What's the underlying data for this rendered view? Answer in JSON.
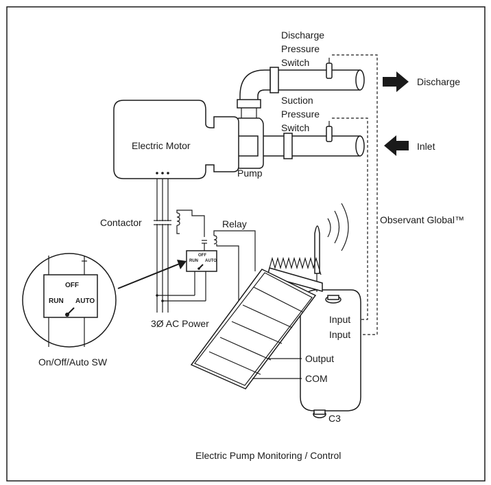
{
  "labels": {
    "discharge_pressure_switch": [
      "Discharge",
      "Pressure",
      "Switch"
    ],
    "suction_pressure_switch": [
      "Suction",
      "Pressure",
      "Switch"
    ],
    "discharge": "Discharge",
    "inlet": "Inlet",
    "electric_motor": "Electric Motor",
    "pump": "Pump",
    "contactor": "Contactor",
    "relay": "Relay",
    "observant_global": "Observant Global™",
    "ac_power": "3Ø AC Power",
    "on_off_auto_sw": "On/Off/Auto SW",
    "input_1": "Input",
    "input_2": "Input",
    "output": "Output",
    "com": "COM",
    "c3": "C3",
    "caption": "Electric Pump Monitoring / Control"
  },
  "switch_small": {
    "off": "OFF",
    "run": "RUN",
    "auto": "AUTO"
  },
  "switch_zoom": {
    "off": "OFF",
    "run": "RUN",
    "auto": "AUTO"
  }
}
